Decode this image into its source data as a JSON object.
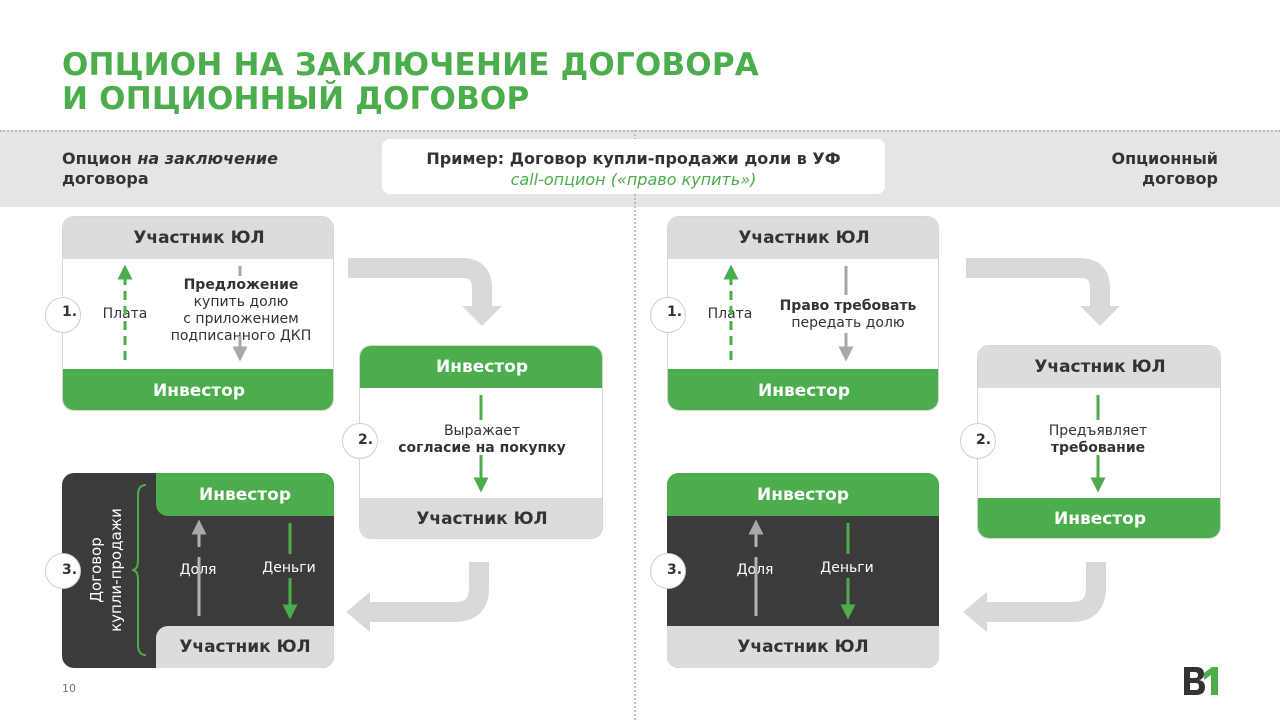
{
  "title": {
    "line1": "ОПЦИОН НА ЗАКЛЮЧЕНИЕ ДОГОВОРА",
    "line2": "И ОПЦИОННЫЙ ДОГОВОР"
  },
  "left_header": {
    "normal": "Опцион ",
    "italic": "на заключение",
    "line2": "договора"
  },
  "right_header": {
    "line1": "Опционный",
    "line2": "договор"
  },
  "example": {
    "line1": "Пример: Договор купли-продажи доли в УФ",
    "line2": "call-опцион  («право купить»)"
  },
  "left": {
    "step1": {
      "num": "1.",
      "top": "Участник ЮЛ",
      "bottom": "Инвестор",
      "left_label": "Плата",
      "right_bold": "Предложение",
      "right_lines": [
        "купить долю",
        "с приложением",
        "подписанного ДКП"
      ]
    },
    "step2": {
      "num": "2.",
      "top": "Инвестор",
      "bottom": "Участник ЮЛ",
      "line1": "Выражает",
      "line2": "согласие на покупку"
    },
    "step3": {
      "num": "3.",
      "side_line1": "Договор",
      "side_line2": "купли-продажи",
      "top": "Инвестор",
      "bottom": "Участник ЮЛ",
      "left_label": "Доля",
      "right_label": "Деньги"
    }
  },
  "right": {
    "step1": {
      "num": "1.",
      "top": "Участник ЮЛ",
      "bottom": "Инвестор",
      "left_label": "Плата",
      "right_bold": "Право требовать",
      "right_line": "передать долю"
    },
    "step2": {
      "num": "2.",
      "top": "Участник ЮЛ",
      "bottom": "Инвестор",
      "line1": "Предъявляет",
      "line2": "требование"
    },
    "step3": {
      "num": "3.",
      "top": "Инвестор",
      "bottom": "Участник ЮЛ",
      "left_label": "Доля",
      "right_label": "Деньги"
    }
  },
  "page_number": "10",
  "logo": {
    "text": "B1"
  },
  "colors": {
    "green": "#4cad4c",
    "dark": "#3d3a3a",
    "gray": "#dcdcdc",
    "arrow_gray": "#b3b3b3"
  }
}
